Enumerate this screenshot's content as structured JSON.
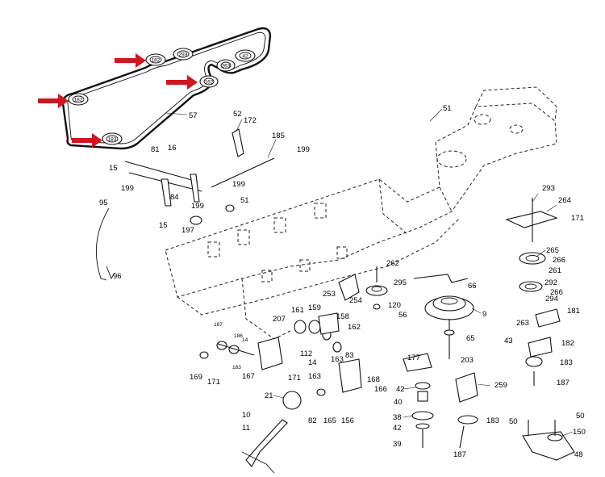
{
  "diagram": {
    "belt_callouts": [
      "182",
      "293",
      "42",
      "263",
      "162",
      "183"
    ],
    "belt_part_label": "57",
    "arrow_color": "#d0161e",
    "parts": {
      "p51_top": "51",
      "p52": "52",
      "p172": "172",
      "p185": "185",
      "p199_a": "199",
      "p81": "81",
      "p16_a": "16",
      "p15": "15",
      "p199_b": "199",
      "p84": "84",
      "p199_c": "199",
      "p199_d": "199",
      "p51_b": "51",
      "p95": "95",
      "p15_b": "15",
      "p197": "197",
      "p96": "96",
      "p293": "293",
      "p264": "264",
      "p171_r": "171",
      "p265": "265",
      "p266_a": "266",
      "p261": "261",
      "p292": "292",
      "p266_b": "266",
      "p294": "294",
      "p181": "181",
      "p263": "263",
      "p182": "182",
      "p43": "43",
      "p183_r": "183",
      "p187_r": "187",
      "p262": "262",
      "p295": "295",
      "p253": "253",
      "p254": "254",
      "p120": "120",
      "p56": "56",
      "p66": "66",
      "p9": "9",
      "p65": "65",
      "p203": "203",
      "p207": "207",
      "p161": "161",
      "p159": "159",
      "p158": "158",
      "p162": "162",
      "p112": "112",
      "p14_a": "14",
      "p83": "83",
      "p163_a": "163",
      "p167": "167",
      "p171_b": "171",
      "p163_b": "163",
      "p187_l": "187",
      "p186": "186",
      "p14_b": "14",
      "p163_s": "163",
      "p169": "169",
      "p171_c": "171",
      "p177": "177",
      "p42_a": "42",
      "p40": "40",
      "p38": "38",
      "p42_b": "42",
      "p39": "39",
      "p259": "259",
      "p183_b": "183",
      "p187_b": "187",
      "p168": "168",
      "p166": "166",
      "p21": "21",
      "p82": "82",
      "p165": "165",
      "p156": "156",
      "p10": "10",
      "p11": "11",
      "p50_a": "50",
      "p50_b": "50",
      "p150": "150",
      "p48": "48"
    }
  }
}
